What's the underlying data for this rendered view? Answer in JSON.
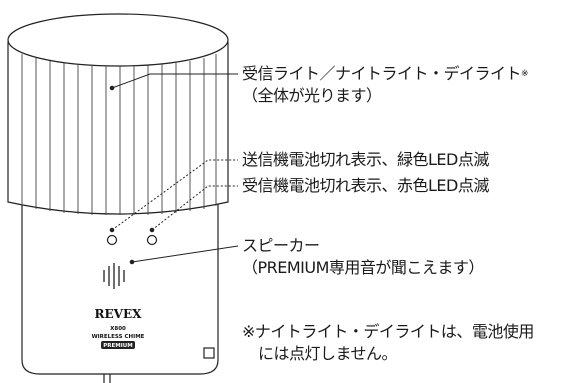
{
  "callouts": {
    "light_line1": "受信ライト／ナイトライト・デイライト",
    "light_note_mark": "※",
    "light_line2": "（全体が光ります）",
    "transmitter_battery": "送信機電池切れ表示、緑色LED点滅",
    "receiver_battery": "受信機電池切れ表示、赤色LED点滅",
    "speaker_line1": "スピーカー",
    "speaker_line2": "（PREMIUM専用音が聞こえます）",
    "footnote_line1": "※ナイトライト・デイライトは、電池使用",
    "footnote_line2": "には点灯しません。"
  },
  "device": {
    "brand": "REVEX",
    "model": "X800",
    "product": "WIRELESS CHIME",
    "badge": "PREMIUM"
  }
}
